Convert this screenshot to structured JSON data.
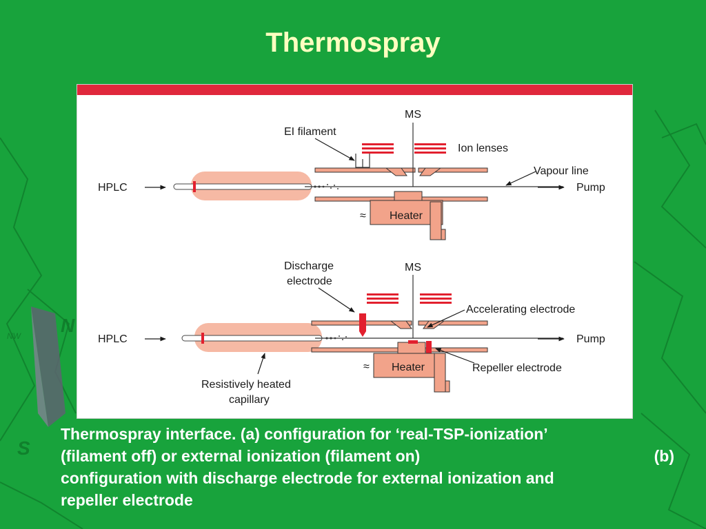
{
  "slide": {
    "title": "Thermospray",
    "caption_lines": [
      "Thermospray interface. (a) configuration for ‘real-TSP-ionization’",
      "(filament off) or external ionization (filament on)",
      "(b)",
      "configuration with discharge electrode for external ionization and",
      "repeller electrode"
    ]
  },
  "diagram_a": {
    "ms": "MS",
    "ei_filament": "EI filament",
    "ion_lenses": "Ion lenses",
    "vapour_line": "Vapour line",
    "hplc": "HPLC",
    "pump": "Pump",
    "heater": "Heater"
  },
  "diagram_b": {
    "discharge_electrode_l1": "Discharge",
    "discharge_electrode_l2": "electrode",
    "ms": "MS",
    "accelerating_electrode": "Accelerating electrode",
    "hplc": "HPLC",
    "pump": "Pump",
    "heater": "Heater",
    "repeller_electrode": "Repeller electrode",
    "capillary_l1": "Resistively heated",
    "capillary_l2": "capillary"
  },
  "colors": {
    "background": "#18a33c",
    "title": "#ffffc0",
    "top_bar": "#e0283c",
    "salmon": "#f2a38a",
    "salmon_light": "#f6b9a4",
    "red": "#e2202e"
  }
}
